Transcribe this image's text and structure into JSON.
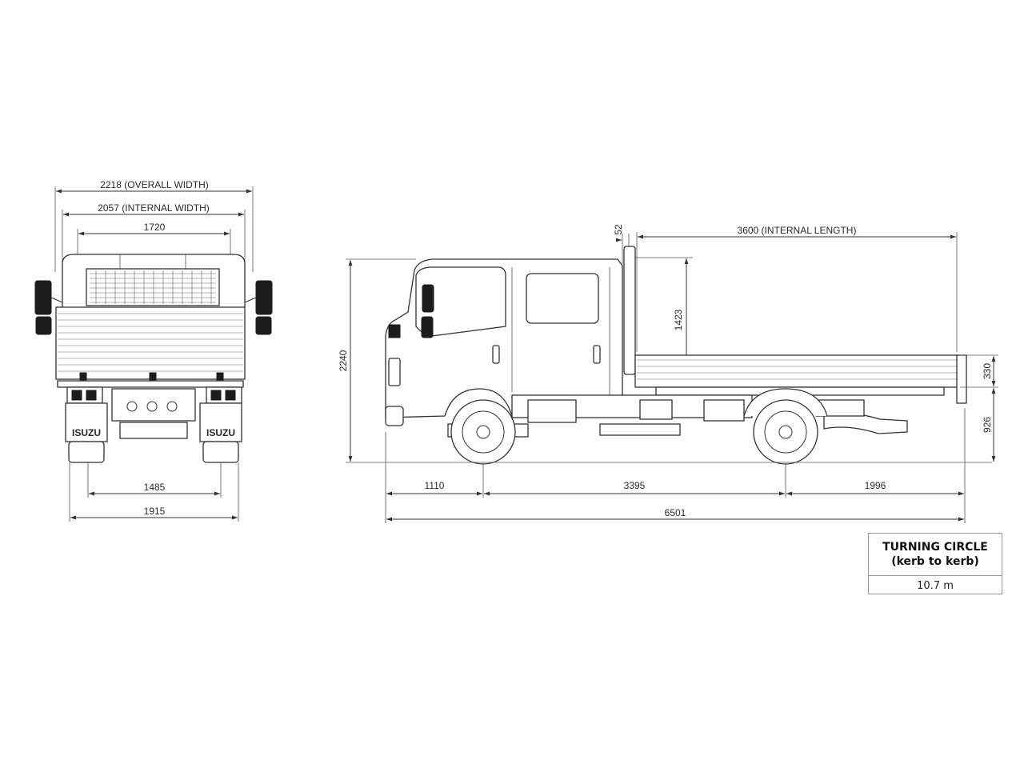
{
  "rear_view": {
    "overall_width": "2218 (OVERALL WIDTH)",
    "internal_width": "2057 (INTERNAL WIDTH)",
    "gate_width": "1720",
    "track_width": "1485",
    "tyre_width": "1915",
    "mudflap_brand": "ISUZU"
  },
  "side_view": {
    "internal_length": "3600 (INTERNAL LENGTH)",
    "cab_gap": "52",
    "tray_height": "1423",
    "overall_height": "2240",
    "side_height": "330",
    "deck_height": "926",
    "front_overhang": "1110",
    "wheelbase": "3395",
    "rear_overhang": "1996",
    "overall_length": "6501"
  },
  "turning_circle": {
    "title_line1": "TURNING CIRCLE",
    "title_line2": "(kerb to kerb)",
    "value": "10.7 m"
  }
}
